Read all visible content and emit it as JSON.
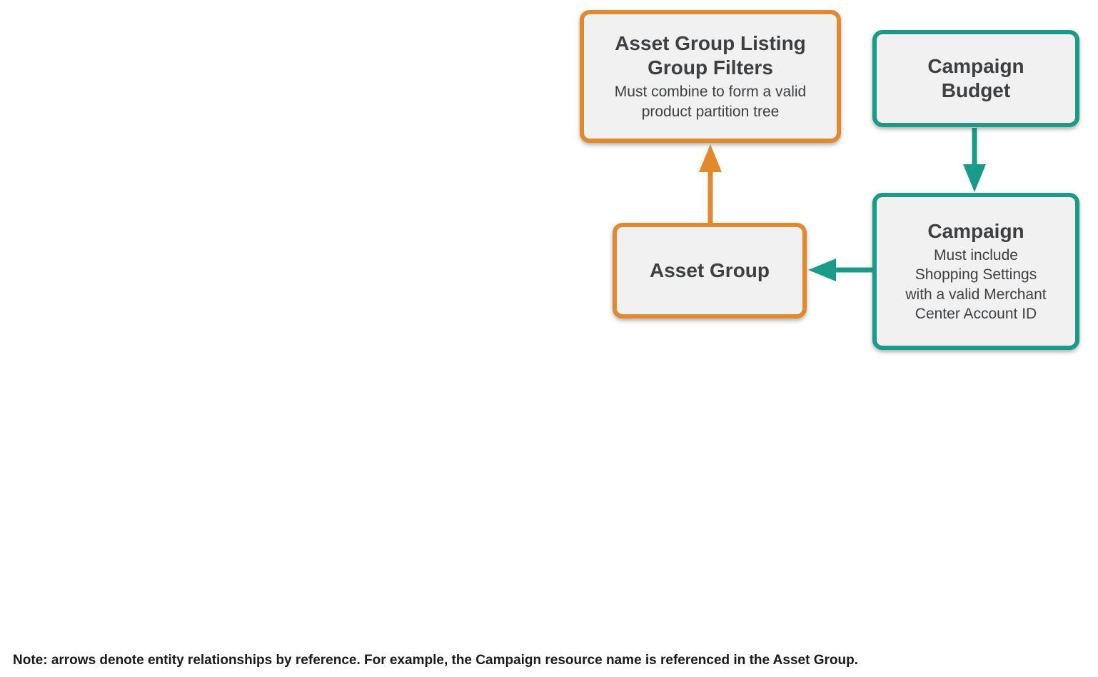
{
  "diagram": {
    "nodes": [
      {
        "id": "asset-group-listing-group-filters",
        "title": "Asset Group Listing\nGroup Filters",
        "subtitle": "Must combine to form a valid\nproduct partition tree",
        "color": "orange"
      },
      {
        "id": "campaign-budget",
        "title": "Campaign\nBudget",
        "subtitle": "",
        "color": "teal"
      },
      {
        "id": "asset-group",
        "title": "Asset Group",
        "subtitle": "",
        "color": "orange"
      },
      {
        "id": "campaign",
        "title": "Campaign",
        "subtitle": "Must include\nShopping Settings\nwith a valid Merchant\nCenter Account ID",
        "color": "teal"
      }
    ],
    "edges": [
      {
        "from": "asset-group",
        "to": "asset-group-listing-group-filters",
        "color": "orange",
        "direction": "up"
      },
      {
        "from": "campaign-budget",
        "to": "campaign",
        "color": "teal",
        "direction": "down"
      },
      {
        "from": "campaign",
        "to": "asset-group",
        "color": "teal",
        "direction": "left"
      }
    ],
    "colors": {
      "orange": "#E2892E",
      "teal": "#1A9B8A",
      "box_fill": "#F1F1F2",
      "title_text": "#3C4043",
      "subtitle_text": "#3C4043",
      "note_text": "#1A1A1A"
    }
  },
  "note": {
    "text": "Note: arrows denote entity relationships by reference. For example, the Campaign resource name is referenced in the Asset Group."
  }
}
